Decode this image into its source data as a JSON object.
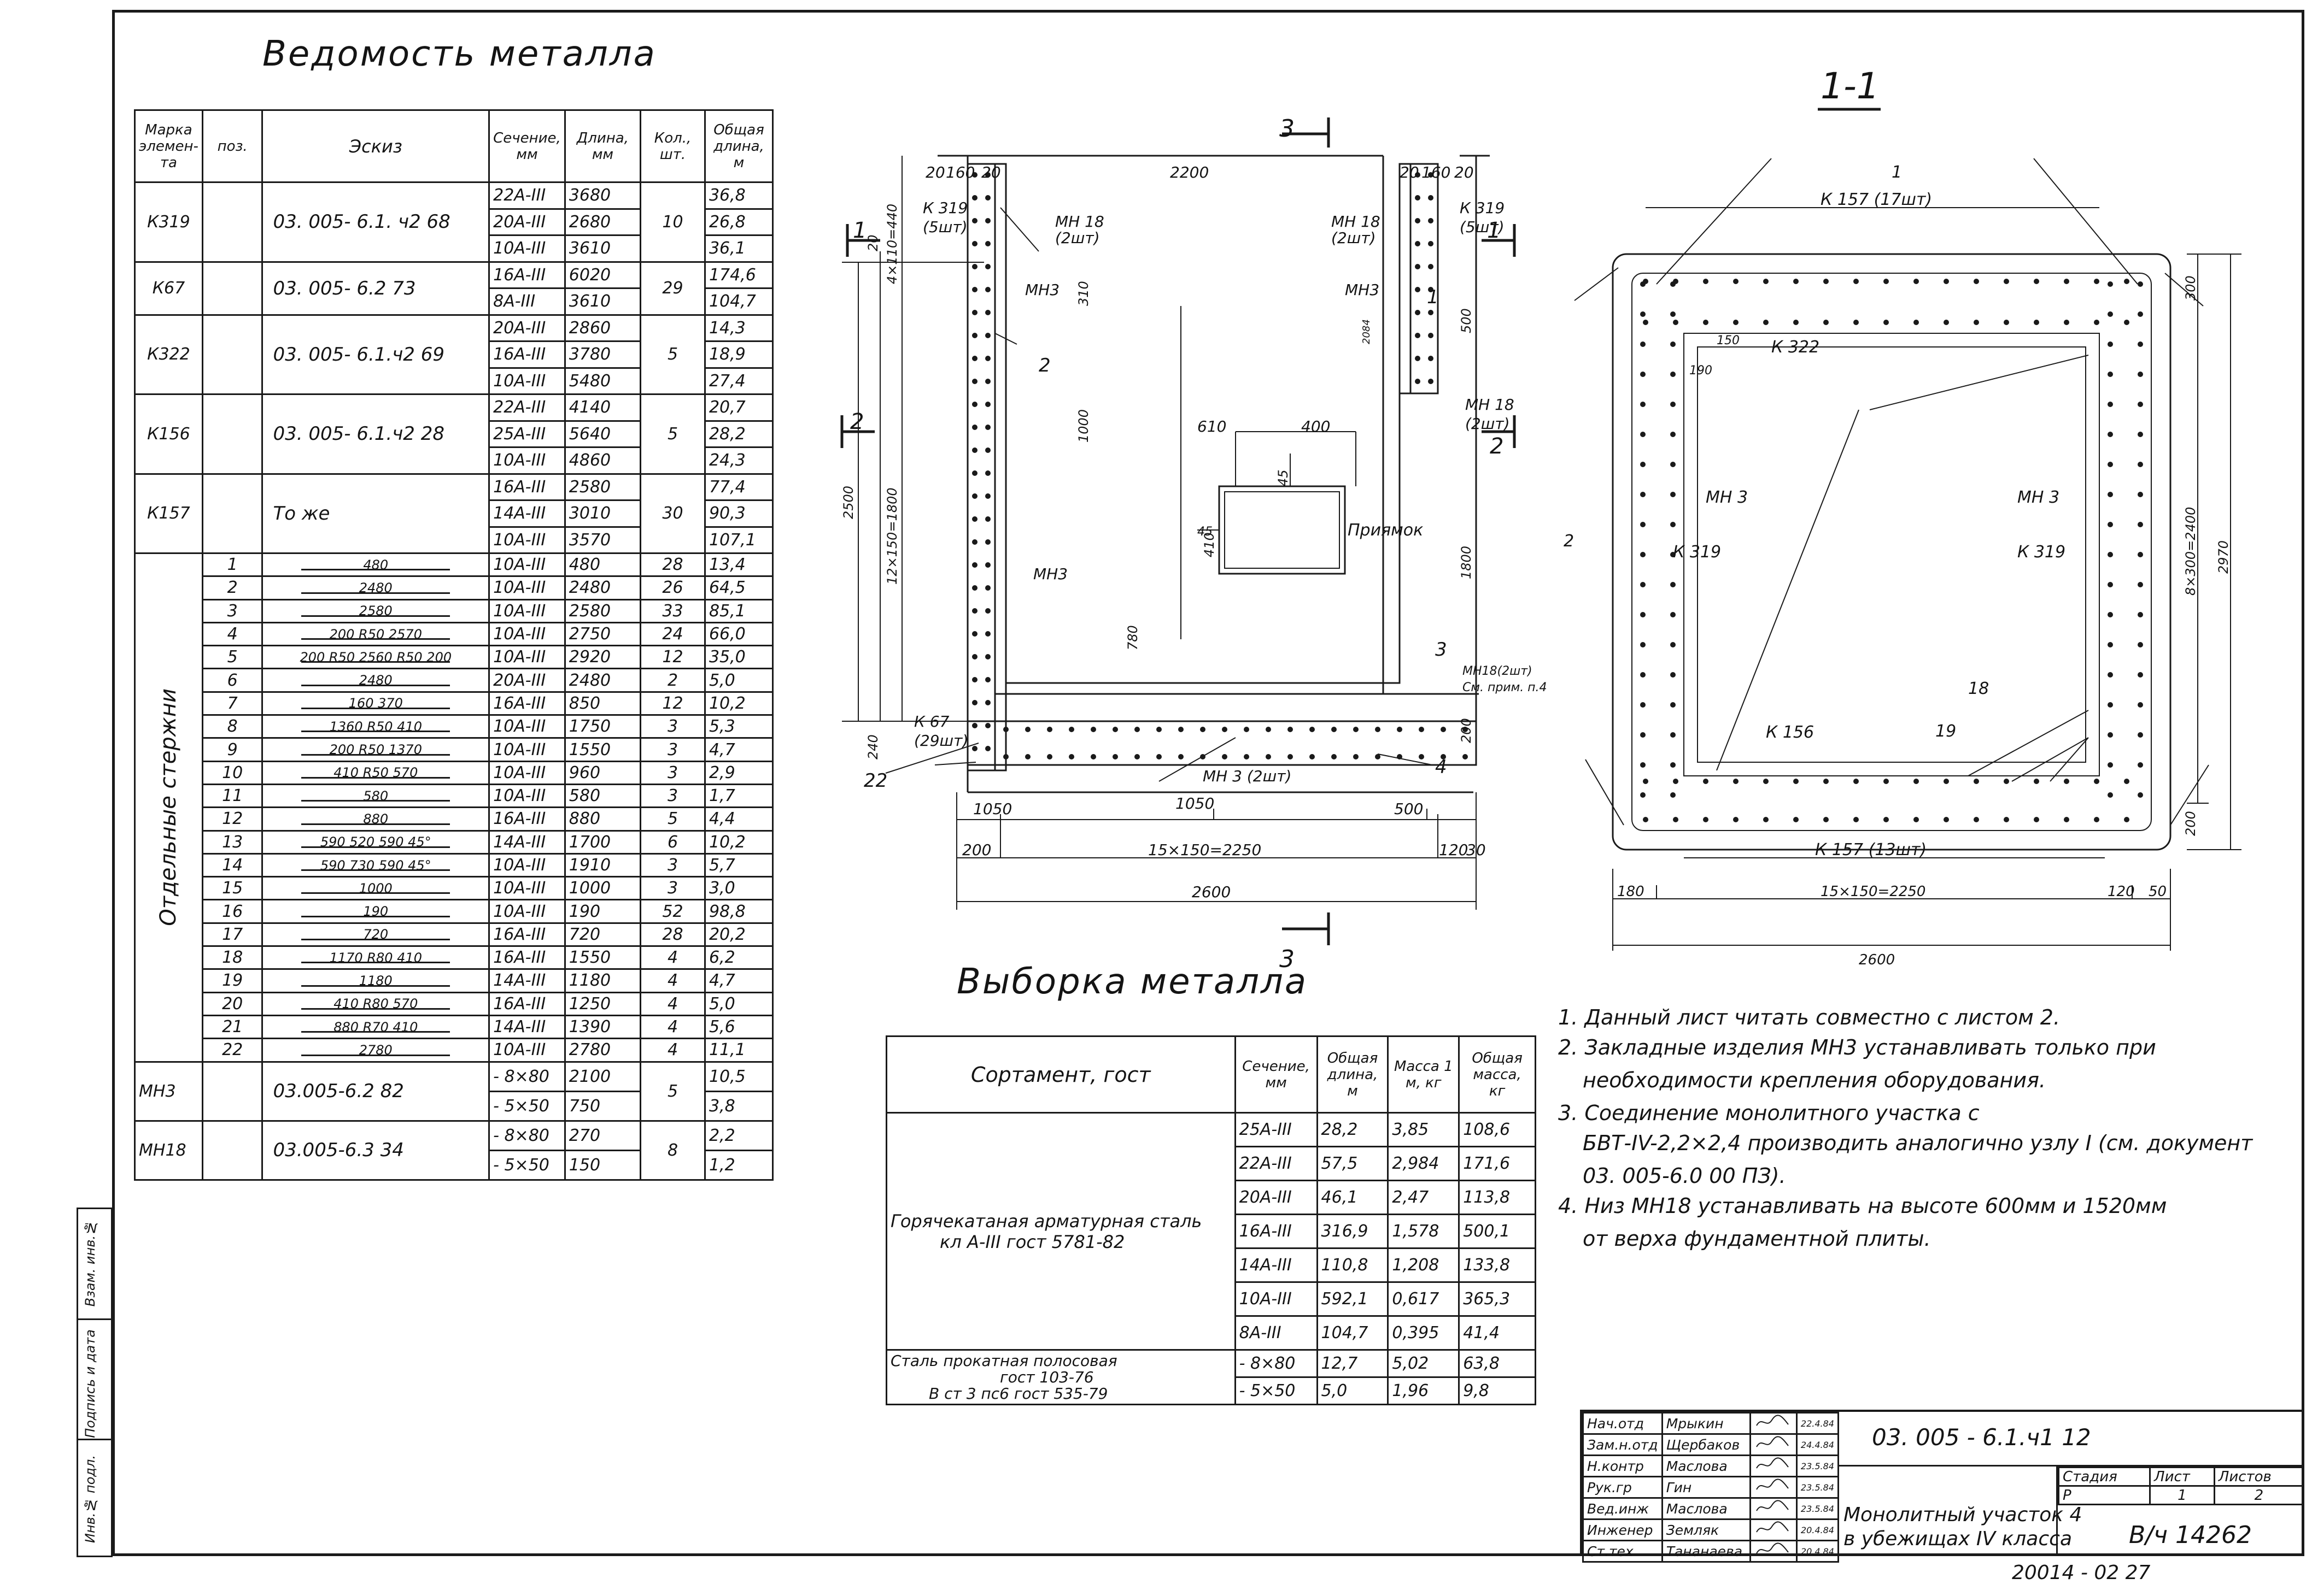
{
  "metal_schedule": {
    "title": "Ведомость металла",
    "headers": [
      "Марка элемен- та",
      "поз.",
      "Эскиз",
      "Сечение, мм",
      "Длина, мм",
      "Кол., шт.",
      "Общая длина, м"
    ],
    "groups": [
      {
        "mark": "К319",
        "sketch": "03. 005- 6.1. ч2 68",
        "qty": "10",
        "rows": [
          [
            "22A-III",
            "3680",
            "36,8"
          ],
          [
            "20A-III",
            "2680",
            "26,8"
          ],
          [
            "10A-III",
            "3610",
            "36,1"
          ]
        ]
      },
      {
        "mark": "К67",
        "sketch": "03. 005- 6.2 73",
        "qty": "29",
        "rows": [
          [
            "16A-III",
            "6020",
            "174,6"
          ],
          [
            "8A-III",
            "3610",
            "104,7"
          ]
        ]
      },
      {
        "mark": "К322",
        "sketch": "03. 005- 6.1.ч2 69",
        "qty": "5",
        "rows": [
          [
            "20A-III",
            "2860",
            "14,3"
          ],
          [
            "16A-III",
            "3780",
            "18,9"
          ],
          [
            "10A-III",
            "5480",
            "27,4"
          ]
        ]
      },
      {
        "mark": "К156",
        "sketch": "03. 005- 6.1.ч2 28",
        "qty": "5",
        "rows": [
          [
            "22A-III",
            "4140",
            "20,7"
          ],
          [
            "25A-III",
            "5640",
            "28,2"
          ],
          [
            "10A-III",
            "4860",
            "24,3"
          ]
        ]
      },
      {
        "mark": "К157",
        "sketch": "То же",
        "qty": "30",
        "rows": [
          [
            "16A-III",
            "2580",
            "77,4"
          ],
          [
            "14A-III",
            "3010",
            "90,3"
          ],
          [
            "10A-III",
            "3570",
            "107,1"
          ]
        ]
      }
    ],
    "bars_label": "Отдельные стержни",
    "bars": [
      {
        "pos": "1",
        "sketch": "480",
        "sec": "10A-III",
        "len": "480",
        "qty": "28",
        "total": "13,4"
      },
      {
        "pos": "2",
        "sketch": "2480",
        "sec": "10A-III",
        "len": "2480",
        "qty": "26",
        "total": "64,5"
      },
      {
        "pos": "3",
        "sketch": "2580",
        "sec": "10A-III",
        "len": "2580",
        "qty": "33",
        "total": "85,1"
      },
      {
        "pos": "4",
        "sketch": "200 R50 2570",
        "sec": "10A-III",
        "len": "2750",
        "qty": "24",
        "total": "66,0"
      },
      {
        "pos": "5",
        "sketch": "200 R50 2560 R50 200",
        "sec": "10A-III",
        "len": "2920",
        "qty": "12",
        "total": "35,0"
      },
      {
        "pos": "6",
        "sketch": "2480",
        "sec": "20A-III",
        "len": "2480",
        "qty": "2",
        "total": "5,0"
      },
      {
        "pos": "7",
        "sketch": "160 370",
        "sec": "16A-III",
        "len": "850",
        "qty": "12",
        "total": "10,2"
      },
      {
        "pos": "8",
        "sketch": "1360 R50 410",
        "sec": "10A-III",
        "len": "1750",
        "qty": "3",
        "total": "5,3"
      },
      {
        "pos": "9",
        "sketch": "200 R50 1370",
        "sec": "10A-III",
        "len": "1550",
        "qty": "3",
        "total": "4,7"
      },
      {
        "pos": "10",
        "sketch": "410 R50 570",
        "sec": "10A-III",
        "len": "960",
        "qty": "3",
        "total": "2,9"
      },
      {
        "pos": "11",
        "sketch": "580",
        "sec": "10A-III",
        "len": "580",
        "qty": "3",
        "total": "1,7"
      },
      {
        "pos": "12",
        "sketch": "880",
        "sec": "16A-III",
        "len": "880",
        "qty": "5",
        "total": "4,4"
      },
      {
        "pos": "13",
        "sketch": "590 520 590 45°",
        "sec": "14A-III",
        "len": "1700",
        "qty": "6",
        "total": "10,2"
      },
      {
        "pos": "14",
        "sketch": "590 730 590 45°",
        "sec": "10A-III",
        "len": "1910",
        "qty": "3",
        "total": "5,7"
      },
      {
        "pos": "15",
        "sketch": "1000",
        "sec": "10A-III",
        "len": "1000",
        "qty": "3",
        "total": "3,0"
      },
      {
        "pos": "16",
        "sketch": "190",
        "sec": "10A-III",
        "len": "190",
        "qty": "52",
        "total": "98,8"
      },
      {
        "pos": "17",
        "sketch": "720",
        "sec": "16A-III",
        "len": "720",
        "qty": "28",
        "total": "20,2"
      },
      {
        "pos": "18",
        "sketch": "1170 R80 410",
        "sec": "16A-III",
        "len": "1550",
        "qty": "4",
        "total": "6,2"
      },
      {
        "pos": "19",
        "sketch": "1180",
        "sec": "14A-III",
        "len": "1180",
        "qty": "4",
        "total": "4,7"
      },
      {
        "pos": "20",
        "sketch": "410 R80 570",
        "sec": "16A-III",
        "len": "1250",
        "qty": "4",
        "total": "5,0"
      },
      {
        "pos": "21",
        "sketch": "880 R70 410",
        "sec": "14A-III",
        "len": "1390",
        "qty": "4",
        "total": "5,6"
      },
      {
        "pos": "22",
        "sketch": "2780",
        "sec": "10A-III",
        "len": "2780",
        "qty": "4",
        "total": "11,1"
      }
    ],
    "embedded": [
      {
        "mark": "МН3",
        "sketch": "03.005-6.2 82",
        "qty": "5",
        "rows": [
          [
            "- 8×80",
            "2100",
            "10,5"
          ],
          [
            "- 5×50",
            "750",
            "3,8"
          ]
        ]
      },
      {
        "mark": "МН18",
        "sketch": "03.005-6.3 34",
        "qty": "8",
        "rows": [
          [
            "- 8×80",
            "270",
            "2,2"
          ],
          [
            "- 5×50",
            "150",
            "1,2"
          ]
        ]
      }
    ]
  },
  "plan": {
    "section_mark": "3",
    "dims_top": [
      "20",
      "160",
      "20",
      "2200",
      "20",
      "160",
      "20"
    ],
    "labels": {
      "k319_l": "К 319",
      "k319_l_q": "(5шт)",
      "mh18_l": "МН 18",
      "mh18_l_q": "(2шт)",
      "mh3_a": "МН3",
      "mh3_b": "МН3",
      "k319_r": "К 319",
      "k319_r_q": "(5шт)",
      "mh18_r": "МН 18",
      "mh18_r_q": "(2шт)",
      "mh3_r": "МН3",
      "mh18_r2": "МН 18",
      "mh18_r2_q": "(2шт)",
      "mh18_low": "МН18(2шт)",
      "see_note": "См. прим. п.4",
      "k67": "К 67",
      "k67_q": "(29шт)",
      "mh3_bottom": "МН 3 (2шт)",
      "pit": "Приямок",
      "cut1": "1",
      "cut2": "2",
      "p1": "1",
      "p2": "2",
      "p3": "3",
      "p4": "4",
      "p22": "22"
    },
    "dims": {
      "v_left_top": "4×110=440",
      "v_left_mid": "12×150=1800",
      "v_left_full": "2500",
      "v_left_bot": "240",
      "d310": "310",
      "d1000": "1000",
      "d610": "610",
      "d400": "400",
      "d45a": "45",
      "d45b": "45",
      "d410": "410",
      "d780": "780",
      "d500": "500",
      "d1800": "1800",
      "d200r": "200",
      "d2084": "2084",
      "d20l": "20",
      "b1050a": "1050",
      "b1050b": "1050",
      "b500": "500",
      "b200": "200",
      "b15": "15×150=2250",
      "b120": "120",
      "b30": "30",
      "b2600": "2600"
    }
  },
  "section": {
    "title": "1-1",
    "labels": {
      "k157_top": "К 157 (17шт)",
      "k322": "К 322",
      "mh3_l": "МН 3",
      "mh3_r": "МН 3",
      "k319_l": "К 319",
      "k319_r": "К 319",
      "k156": "К 156",
      "k157_bot": "К 157 (13шт)",
      "p1": "1",
      "p2": "2",
      "p18": "18",
      "p19": "19"
    },
    "dims": {
      "d150": "150",
      "d190": "190",
      "d300": "300",
      "d200": "200",
      "d8": "8×300=2400",
      "d2970": "2970",
      "d180": "180",
      "d15": "15×150=2250",
      "d120": "120",
      "d50": "50",
      "d2600": "2600"
    }
  },
  "sampling": {
    "title": "Выборка металла",
    "headers": [
      "Сортамент, гост",
      "Сечение, мм",
      "Общая длина, м",
      "Масса 1 м, кг",
      "Общая масса, кг"
    ],
    "hot_rolled_line1": "Горячекатаная арматурная сталь",
    "hot_rolled_line2": "кл A-III гост 5781-82",
    "hot_rows": [
      [
        "25A-III",
        "28,2",
        "3,85",
        "108,6"
      ],
      [
        "22A-III",
        "57,5",
        "2,984",
        "171,6"
      ],
      [
        "20A-III",
        "46,1",
        "2,47",
        "113,8"
      ],
      [
        "16A-III",
        "316,9",
        "1,578",
        "500,1"
      ],
      [
        "14A-III",
        "110,8",
        "1,208",
        "133,8"
      ],
      [
        "10A-III",
        "592,1",
        "0,617",
        "365,3"
      ],
      [
        "8A-III",
        "104,7",
        "0,395",
        "41,4"
      ]
    ],
    "strip_line1": "Сталь прокатная полосовая",
    "strip_line2": "гост 103-76",
    "strip_line3": "В ст 3 пс6 гост 535-79",
    "strip_rows": [
      [
        "- 8×80",
        "12,7",
        "5,02",
        "63,8"
      ],
      [
        "- 5×50",
        "5,0",
        "1,96",
        "9,8"
      ]
    ]
  },
  "notes": [
    "1. Данный лист читать совместно с листом 2.",
    "2. Закладные изделия МН3 устанавливать только при",
    "необходимости крепления оборудования.",
    "3. Соединение монолитного участка с",
    "БВТ-IV-2,2×2,4 производить аналогично узлу I (см. документ",
    "03. 005-6.0 00 ПЗ).",
    "4. Низ МН18 устанавливать на высоте 600мм и 1520мм",
    "от верха фундаментной плиты."
  ],
  "title_block": {
    "code": "03. 005 - 6.1.ч1 12",
    "people": [
      [
        "Нач.отд",
        "Мрыкин",
        "22.4.84"
      ],
      [
        "Зам.н.отд",
        "Щербаков",
        "24.4.84"
      ],
      [
        "Н.контр",
        "Маслова",
        "23.5.84"
      ],
      [
        "Рук.гр",
        "Гин",
        "23.5.84"
      ],
      [
        "Вед.инж",
        "Маслова",
        "23.5.84"
      ],
      [
        "Инженер",
        "Земляк",
        "20.4.84"
      ],
      [
        "Ст.тех",
        "Тананаева",
        "20.4.84"
      ]
    ],
    "heads": [
      "Стадия",
      "Лист",
      "Листов"
    ],
    "stage": "Р",
    "sheet": "1",
    "sheets": "2",
    "name_line1": "Монолитный участок 4",
    "name_line2": "в убежищах IV класса",
    "org": "В/ч 14262",
    "footer": "20014 - 02 27"
  },
  "stamp": [
    "Инв.№ подл.",
    "Подпись и дата",
    "Взам. инв.№"
  ]
}
